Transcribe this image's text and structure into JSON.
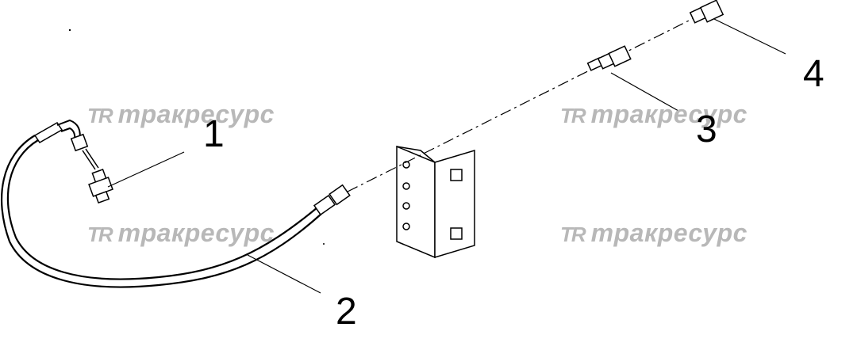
{
  "callouts": [
    {
      "id": "1",
      "label": "1"
    },
    {
      "id": "2",
      "label": "2"
    },
    {
      "id": "3",
      "label": "3"
    },
    {
      "id": "4",
      "label": "4"
    }
  ],
  "watermark": {
    "logo": "TR",
    "text": "тракресурс",
    "color": "#b8b8b8"
  }
}
